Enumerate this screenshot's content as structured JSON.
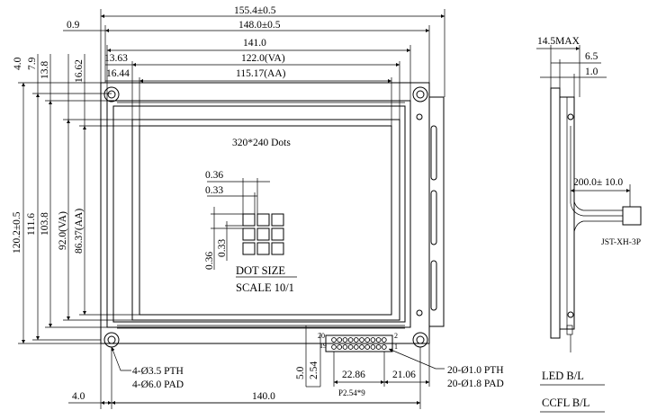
{
  "top_dims": {
    "d155": "155.4±0.5",
    "d148": "148.0±0.5",
    "d141": "141.0",
    "d122": "122.0(VA)",
    "d115": "115.17(AA)",
    "d09": "0.9",
    "d1363": "13.63",
    "d1644": "16.44"
  },
  "left_dims": {
    "d40": "4.0",
    "d79": "7.9",
    "d138": "13.8",
    "d1662": "16.62",
    "d120": "120.2±0.5",
    "d1116": "111.6",
    "d1038": "103.8",
    "d92": "92.0(VA)",
    "d8637": "86.37(AA)"
  },
  "center": {
    "dots_title": "320*240 Dots",
    "dot036_h": "0.36",
    "dot033_h": "0.33",
    "dot036_v": "0.36",
    "dot033_v": "0.33",
    "dot_size": "DOT SIZE",
    "scale": "SCALE 10/1"
  },
  "bottom_dims": {
    "d50": "5.0",
    "d254": "2.54",
    "d2286": "22.86",
    "p254": "P2.54*9",
    "d2106": "21.06",
    "d40b": "4.0",
    "d140": "140.0",
    "pin20": "20",
    "pin19": "19",
    "pin2": "2",
    "pin1": "1"
  },
  "notes": {
    "pth35": "4-Ø3.5 PTH",
    "pad60": "4-Ø6.0 PAD",
    "pth10": "20-Ø1.0 PTH",
    "pad18": "20-Ø1.8 PAD"
  },
  "side": {
    "d145": "14.5MAX",
    "d65": "6.5",
    "d10": "1.0",
    "cable": "200.0± 10.0",
    "connector": "JST-XH-3P",
    "led": "LED B/L",
    "ccfl": "CCFL B/L"
  }
}
